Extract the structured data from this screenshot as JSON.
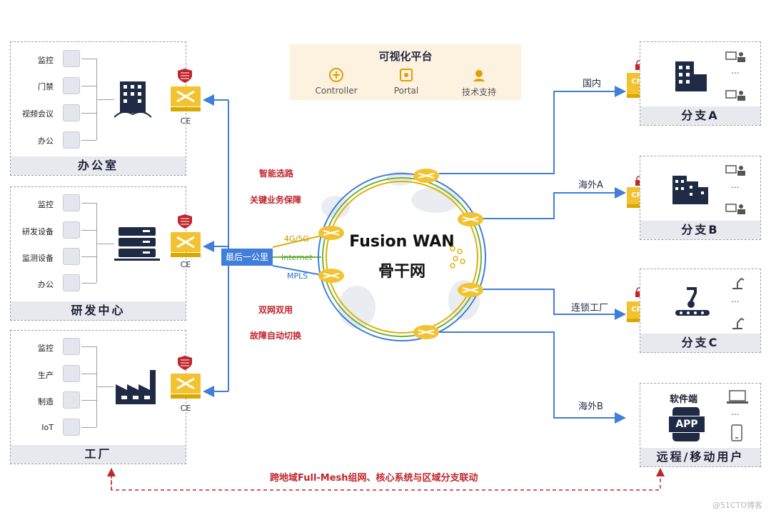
{
  "platform": {
    "title": "可视化平台",
    "items": [
      {
        "label": "Controller",
        "icon": "controller-icon"
      },
      {
        "label": "Portal",
        "icon": "portal-icon"
      },
      {
        "label": "技术支持",
        "icon": "support-icon"
      }
    ]
  },
  "sites": {
    "office": {
      "title": "办公室",
      "devices": [
        "监控",
        "门禁",
        "视频会议",
        "办公"
      ],
      "gateway": "CE"
    },
    "rnd": {
      "title": "研发中心",
      "devices": [
        "监控",
        "研发设备",
        "监测设备",
        "办公"
      ],
      "gateway": "CE"
    },
    "factory": {
      "title": "工厂",
      "devices": [
        "监控",
        "生产",
        "制造",
        "IoT"
      ],
      "gateway": "CE"
    }
  },
  "features": {
    "top": [
      "智能选路",
      "关键业务保障"
    ],
    "bottom": [
      "双网双用",
      "故障自动切换"
    ]
  },
  "access": {
    "last_mile": "最后一公里",
    "links": [
      "4G/5G",
      "Internet",
      "MPLS"
    ]
  },
  "backbone": {
    "line1": "Fusion WAN",
    "line2": "骨干网"
  },
  "branches": {
    "a": {
      "title": "分支A",
      "link": "国内",
      "gateway": "CPE",
      "ellipsis": "..."
    },
    "b": {
      "title": "分支B",
      "link": "海外A",
      "gateway": "CPE",
      "ellipsis": "..."
    },
    "c": {
      "title": "分支C",
      "link": "连锁工厂",
      "gateway": "CPE",
      "ellipsis": "..."
    },
    "remote": {
      "title": "远程/移动用户",
      "link": "海外B",
      "software": "软件端",
      "app": "APP",
      "ellipsis": "..."
    }
  },
  "bottom_link": "跨地域Full-Mesh组网、核心系统与区域分支联动",
  "watermark": "@51CTO博客",
  "colors": {
    "accent_blue": "#3f7ed9",
    "accent_red": "#c0262c",
    "router_yellow": "#f2c230",
    "site_title_bg": "#e7e9ee"
  }
}
